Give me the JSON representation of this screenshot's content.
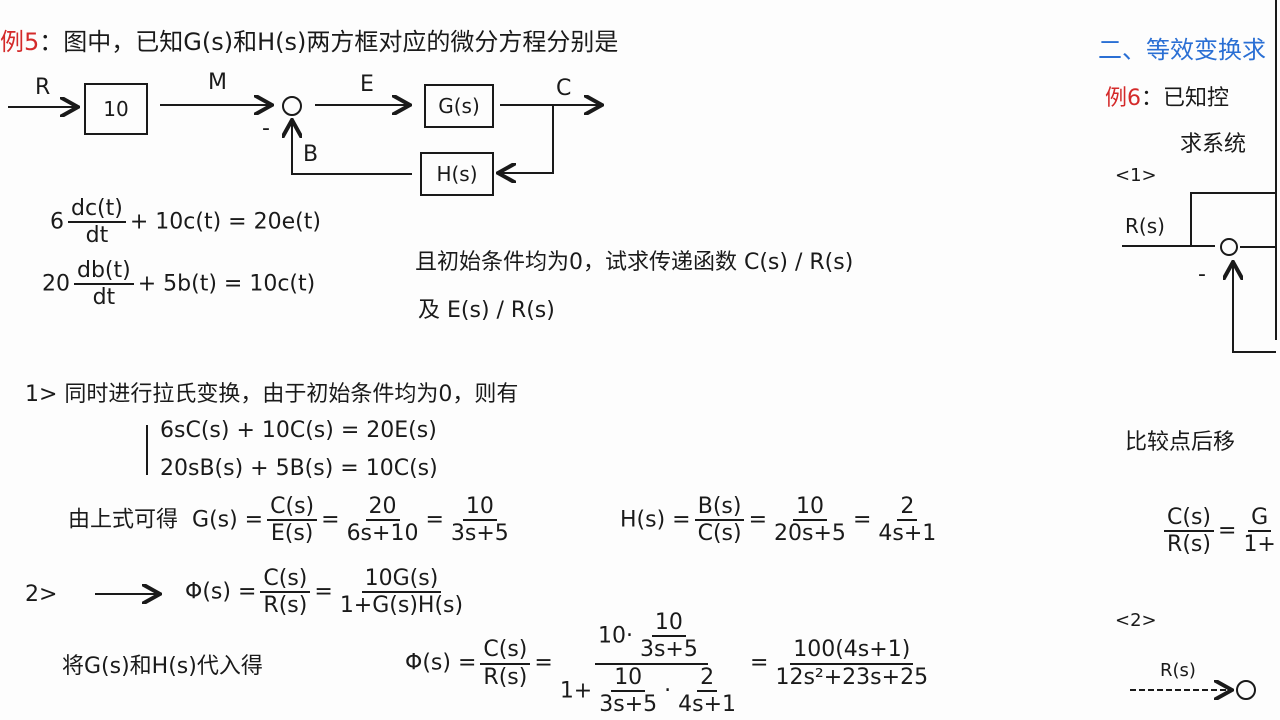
{
  "left": {
    "example_label": "例5",
    "problem_line1": "：图中，已知G(s)和H(s)两方框对应的微分方程分别是",
    "diagram": {
      "R": "R",
      "block1": "10",
      "M": "M",
      "E": "E",
      "G": "G(s)",
      "C": "C",
      "H": "H(s)",
      "B": "B",
      "minus": "-"
    },
    "eq1": {
      "coef": "6",
      "num": "dc(t)",
      "den": "dt",
      "rest": "+ 10c(t) = 20e(t)"
    },
    "eq2": {
      "coef": "20",
      "num": "db(t)",
      "den": "dt",
      "rest": "+ 5b(t) = 10c(t)"
    },
    "condition_line1": "且初始条件均为0，试求传递函数 C(s) / R(s)",
    "condition_line2": "及 E(s) / R(s)",
    "step1": "1>  同时进行拉氏变换，由于初始条件均为0，则有",
    "laplace1": "6sC(s) + 10C(s) = 20E(s)",
    "laplace2": "20sB(s) + 5B(s) = 10C(s)",
    "derive_label": "由上式可得",
    "G_expr": {
      "lhs": "G(s) =",
      "f1n": "C(s)",
      "f1d": "E(s)",
      "f2n": "20",
      "f2d": "6s+10",
      "f3n": "10",
      "f3d": "3s+5"
    },
    "H_expr": {
      "lhs": "H(s) =",
      "f1n": "B(s)",
      "f1d": "C(s)",
      "f2n": "10",
      "f2d": "20s+5",
      "f3n": "2",
      "f3d": "4s+1"
    },
    "step2": "2>",
    "arrow": "⟶",
    "phi_expr": {
      "lhs": "Φ(s) =",
      "f1n": "C(s)",
      "f1d": "R(s)",
      "f2n": "10G(s)",
      "f2d": "1+G(s)H(s)"
    },
    "substitute_label": "将G(s)和H(s)代入得",
    "phi_final": {
      "lhs": "Φ(s) =",
      "f1n": "C(s)",
      "f1d": "R(s)",
      "num_a": "10·",
      "num_fn": "10",
      "num_fd": "3s+5",
      "den_a": "1+",
      "den_f1n": "10",
      "den_f1d": "3s+5",
      "dot": "·",
      "den_f2n": "2",
      "den_f2d": "4s+1",
      "resn": "100(4s+1)",
      "resd": "12s²+23s+25"
    }
  },
  "right": {
    "section_title": "二、等效变换求",
    "example_label": "例6",
    "line1": "：已知控",
    "line2": "求系统",
    "case1": "<1>",
    "R_label": "R(s)",
    "minus": "-",
    "move_note": "比较点后移",
    "ratio": {
      "n": "C(s)",
      "d": "R(s)",
      "rn": "G",
      "rd": "1+"
    },
    "case2": "<2>",
    "R_label2": "R(s)"
  },
  "colors": {
    "ink": "#1a1a1a",
    "example_red": "#d42a2a",
    "title_blue": "#2a6fd4"
  }
}
